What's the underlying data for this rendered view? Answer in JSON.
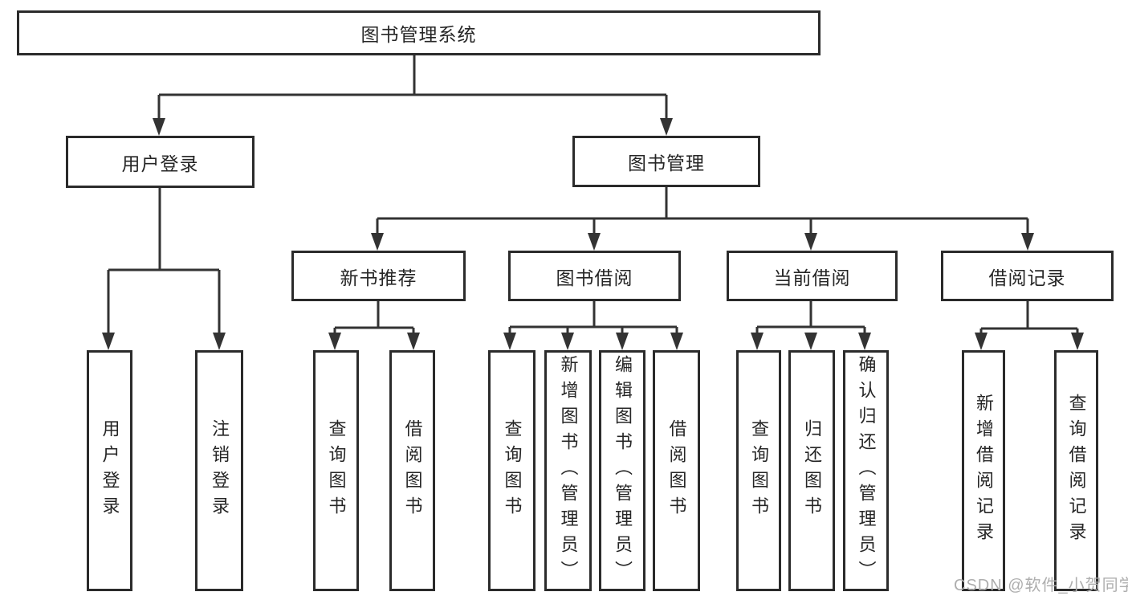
{
  "tree": {
    "label": "图书管理系统",
    "children": [
      {
        "label": "用户登录",
        "children": [
          {
            "label": "用户登录"
          },
          {
            "label": "注销登录"
          }
        ]
      },
      {
        "label": "图书管理",
        "children": [
          {
            "label": "新书推荐",
            "children": [
              {
                "label": "查询图书"
              },
              {
                "label": "借阅图书"
              }
            ]
          },
          {
            "label": "图书借阅",
            "children": [
              {
                "label": "查询图书"
              },
              {
                "label": "新增图书（管理员）"
              },
              {
                "label": "编辑图书（管理员）"
              },
              {
                "label": "借阅图书"
              }
            ]
          },
          {
            "label": "当前借阅",
            "children": [
              {
                "label": "查询图书"
              },
              {
                "label": "归还图书"
              },
              {
                "label": "确认归还（管理员）"
              }
            ]
          },
          {
            "label": "借阅记录",
            "children": [
              {
                "label": "新增借阅记录"
              },
              {
                "label": "查询借阅记录"
              }
            ]
          }
        ]
      }
    ]
  },
  "watermark": {
    "text": "CSDN @软件_小贺同学"
  },
  "colors": {
    "line": "#333333",
    "box_border": "#2b2b2b",
    "text": "#262626",
    "watermark": "#aeaeae",
    "background": "#ffffff"
  }
}
